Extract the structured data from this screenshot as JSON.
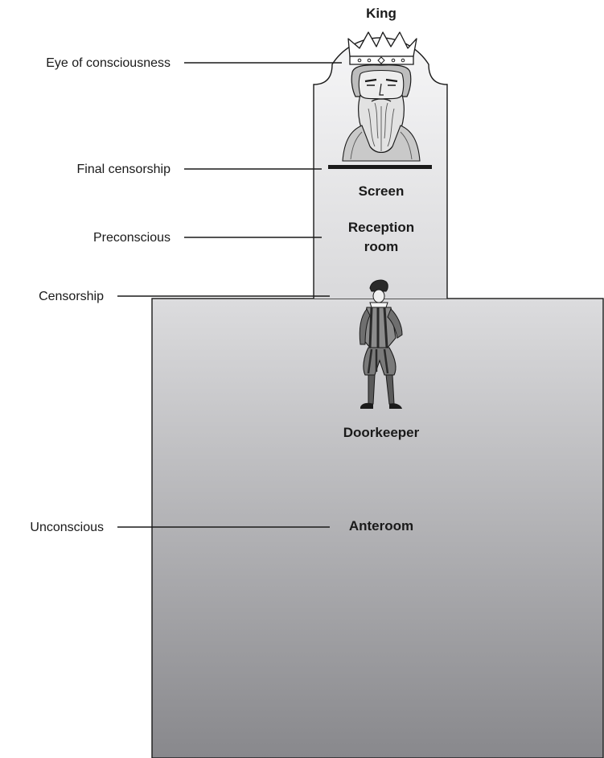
{
  "figure": {
    "king_label": "King",
    "rooms": {
      "screen": "Screen",
      "reception_line1": "Reception",
      "reception_line2": "room",
      "doorkeeper": "Doorkeeper",
      "anteroom": "Anteroom"
    },
    "callouts": {
      "eye": "Eye of consciousness",
      "final_censorship": "Final censorship",
      "preconscious": "Preconscious",
      "censorship": "Censorship",
      "unconscious": "Unconscious"
    },
    "icons": {
      "king": "king-portrait-icon",
      "doorkeeper": "doorkeeper-figure-icon"
    },
    "colors": {
      "tower_top": "#f6f6f7",
      "tower_bottom": "#d9d9db",
      "anteroom_top": "#dcdcde",
      "anteroom_bottom": "#88888c",
      "screen_bar": "#1a1a1a"
    }
  }
}
